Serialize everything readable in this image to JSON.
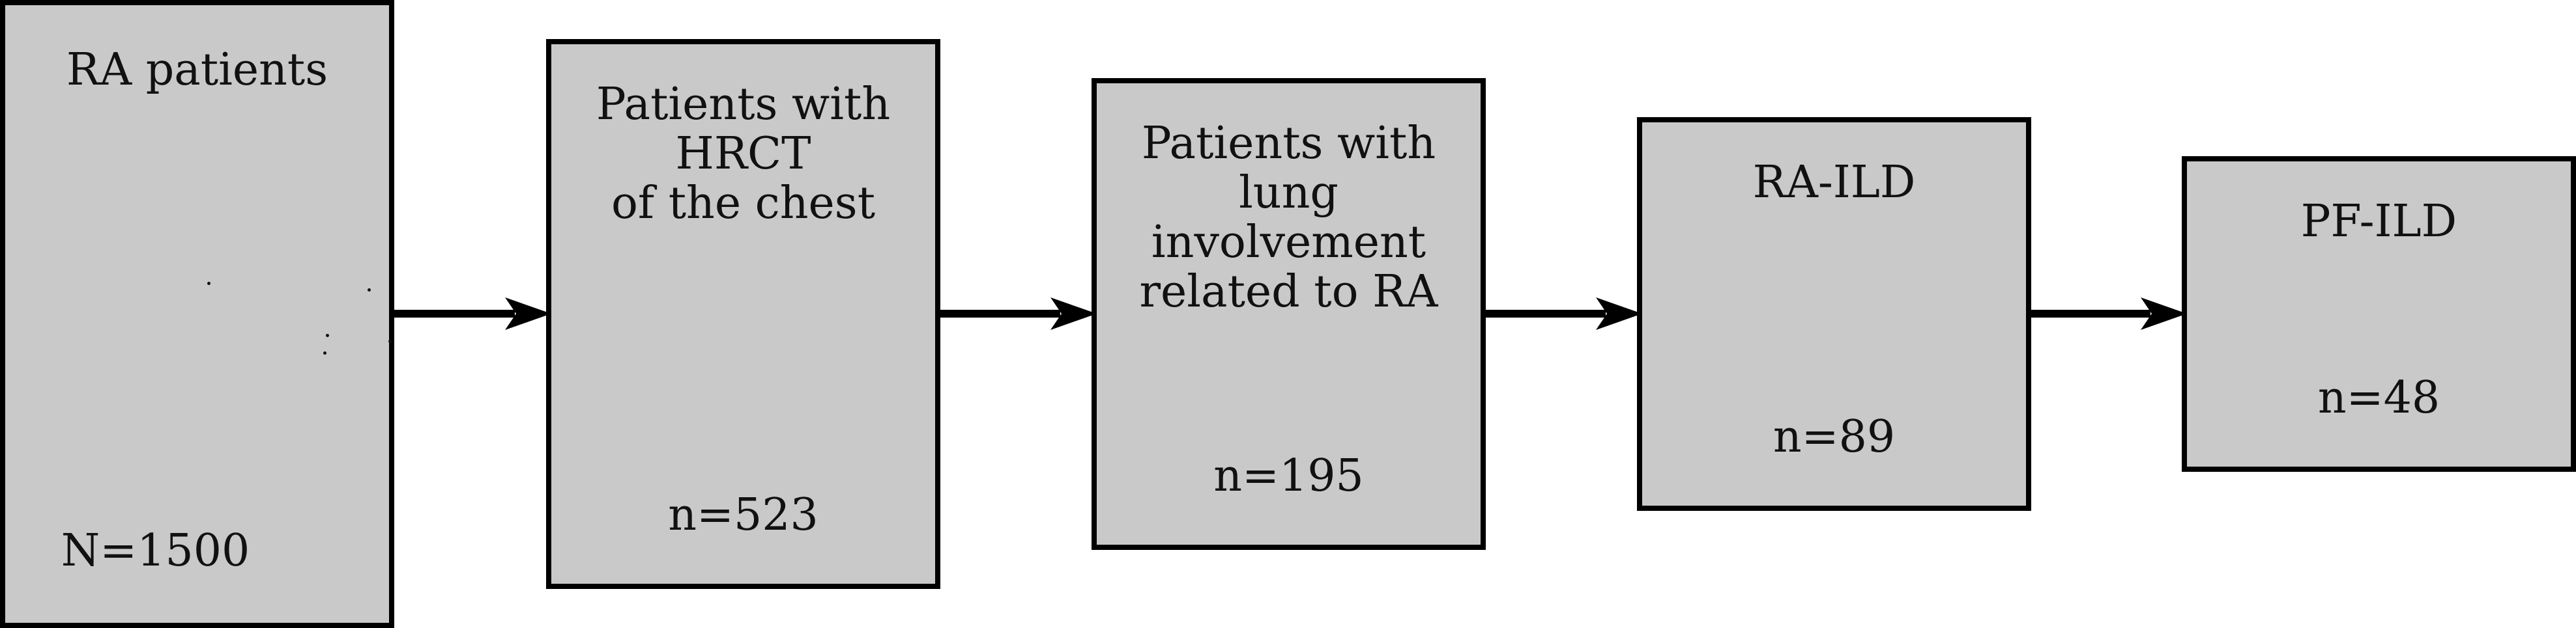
{
  "diagram": {
    "boxes": [
      {
        "label": "RA patients",
        "count": "N=1500"
      },
      {
        "label": "Patients with\nHRCT\nof the chest",
        "count": "n=523"
      },
      {
        "label": "Patients with\nlung involvement\nrelated to RA",
        "count": "n=195"
      },
      {
        "label": "RA-ILD",
        "count": "n=89"
      },
      {
        "label": "PF-ILD",
        "count": "n=48"
      }
    ]
  },
  "colors": {
    "box_fill": "#c9c9c9",
    "box_border": "#000000",
    "arrow": "#000000",
    "text": "#111111"
  }
}
